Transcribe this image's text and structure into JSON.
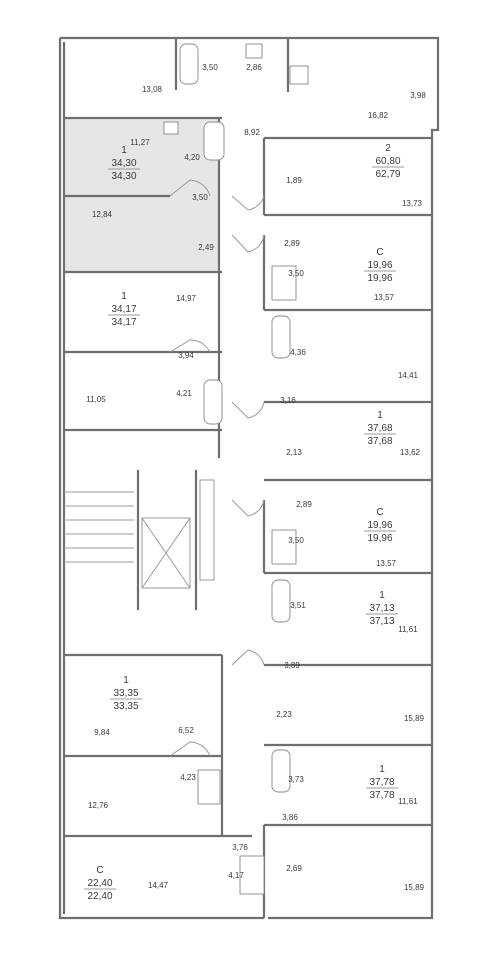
{
  "colors": {
    "wall": "#6f6f6f",
    "highlight": "#e6e6e6",
    "text": "#3a3a3a"
  },
  "apartments": [
    {
      "id": "a1",
      "type": "1",
      "total": "34,30",
      "living": "34,30",
      "highlighted": true
    },
    {
      "id": "a2",
      "type": "2",
      "total": "60,80",
      "living": "62,79",
      "highlighted": false
    },
    {
      "id": "a3",
      "type": "C",
      "total": "19,96",
      "living": "19,96",
      "highlighted": false
    },
    {
      "id": "a4",
      "type": "1",
      "total": "34,17",
      "living": "34,17",
      "highlighted": false
    },
    {
      "id": "a5",
      "type": "1",
      "total": "37,68",
      "living": "37,68",
      "highlighted": false
    },
    {
      "id": "a6",
      "type": "C",
      "total": "19,96",
      "living": "19,96",
      "highlighted": false
    },
    {
      "id": "a7",
      "type": "1",
      "total": "37,13",
      "living": "37,13",
      "highlighted": false
    },
    {
      "id": "a8",
      "type": "1",
      "total": "33,35",
      "living": "33,35",
      "highlighted": false
    },
    {
      "id": "a9",
      "type": "1",
      "total": "37,78",
      "living": "37,78",
      "highlighted": false
    },
    {
      "id": "a10",
      "type": "C",
      "total": "22,40",
      "living": "22,40",
      "highlighted": false
    }
  ],
  "room_areas": [
    "3,50",
    "2,86",
    "13,08",
    "3,98",
    "16,82",
    "8,92",
    "11,27",
    "4,20",
    "3,50",
    "12,84",
    "2,49",
    "1,89",
    "13,73",
    "2,89",
    "3,50",
    "13,57",
    "14,97",
    "3,94",
    "4,21",
    "11,05",
    "4,36",
    "14,41",
    "3,16",
    "2,13",
    "13,62",
    "2,89",
    "3,50",
    "13,57",
    "3,51",
    "11,61",
    "3,89",
    "2,23",
    "15,89",
    "6,52",
    "9,84",
    "4,23",
    "12,76",
    "3,73",
    "11,61",
    "3,86",
    "3,76",
    "4,17",
    "2,69",
    "14,47",
    "15,89"
  ]
}
